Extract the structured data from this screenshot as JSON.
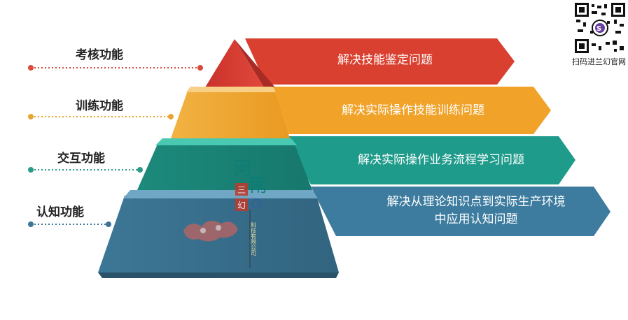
{
  "levels": [
    {
      "label": "考核功能",
      "problem": "解决技能鉴定问题",
      "color": "#e8463a",
      "dotColor": "#d94b3b"
    },
    {
      "label": "训练功能",
      "problem": "解决实际操作技能训练问题",
      "color": "#f2a326",
      "dotColor": "#e7a532"
    },
    {
      "label": "交互功能",
      "problem": "解决实际操作业务流程学习问题",
      "color": "#1f9d8f",
      "dotColor": "#2a9a8a"
    },
    {
      "label": "认知功能",
      "problem_line1": "解决从理论知识点到实际生产环境",
      "problem_line2": "中应用认知问题",
      "color": "#3e7da0",
      "dotColor": "#3c7397"
    }
  ],
  "watermark": {
    "chars": [
      "河",
      "南",
      "三",
      "幻"
    ],
    "sub": "科技有限公司"
  },
  "qr": {
    "caption": "扫码进兰幻官网"
  }
}
